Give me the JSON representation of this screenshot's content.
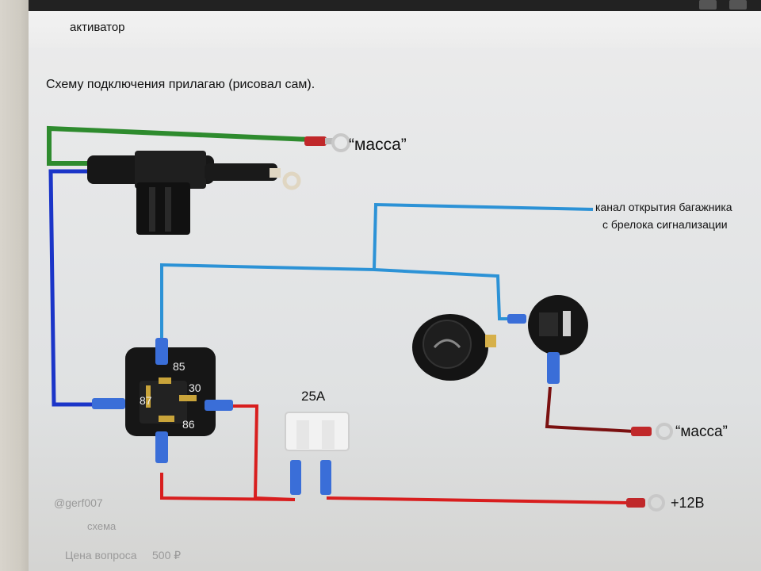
{
  "post": {
    "tag_label": "активатор",
    "intro_text": "Схему подключения прилагаю (рисовал сам).",
    "author": "@gerf007",
    "caption": "схема",
    "price_label": "Цена вопроса",
    "price_value": "500 ₽"
  },
  "diagram": {
    "ground_top": "“масса”",
    "channel_line1": "канал открытия багажника",
    "channel_line2": "с брелока сигнализации",
    "fuse_rating": "25А",
    "ground_bottom": "“масса”",
    "power_label": "+12В",
    "relay_pin_85": "85",
    "relay_pin_30": "30",
    "relay_pin_87": "87",
    "relay_pin_86": "86"
  },
  "colors": {
    "wire_green": "#2e8b2e",
    "wire_blue": "#1b35c8",
    "wire_lightblue": "#2c92d6",
    "wire_red": "#d81e1e",
    "wire_darkred": "#7a1010"
  }
}
